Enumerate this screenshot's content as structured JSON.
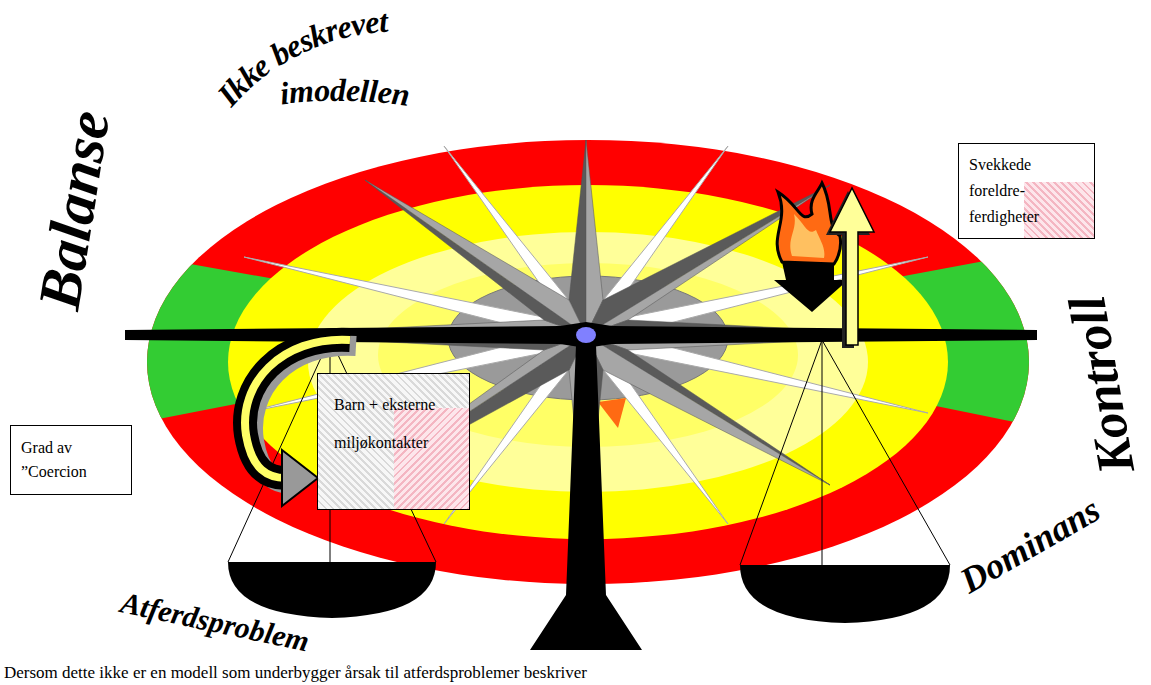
{
  "diagram": {
    "nodes": [
      {
        "text": [
          "Svekkede foreldre- ferdigheter"
        ]
      },
      {
        "text": [
          "Barn + eksterne miljøkontakter"
        ]
      },
      {
        "text": [
          "Grad av ”Coercion"
        ]
      }
    ],
    "labels": [
      "Ikke beskrevet imodellen",
      "Balanse",
      "Kontroll",
      "Dominans",
      "Atferdsproblem",
      "Dersom dette ikke er en modell som underbygger årsak til atferdsproblemer beskriver"
    ]
  }
}
